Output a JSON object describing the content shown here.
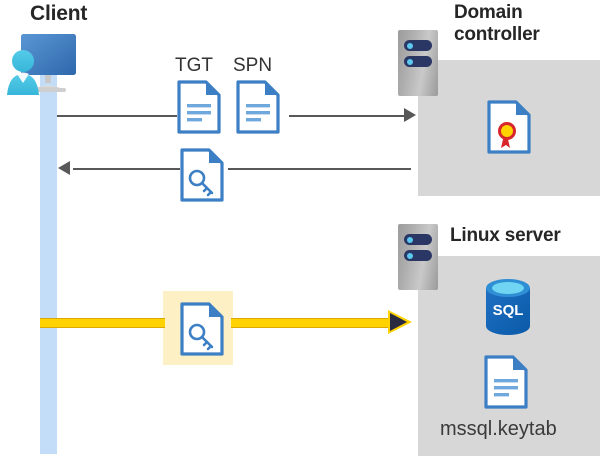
{
  "diagram": {
    "title": "Kerberos authentication flow between Client, Domain controller and Linux server",
    "actors": {
      "client": {
        "label": "Client",
        "icon": "client-computer-user-icon"
      },
      "domain_controller": {
        "label": "Domain controller",
        "label_line1": "Domain",
        "label_line2": "controller",
        "icon": "server-rack-icon"
      },
      "linux_server": {
        "label": "Linux server",
        "icon": "server-rack-icon"
      }
    },
    "messages": [
      {
        "id": "request",
        "labels": [
          "TGT",
          "SPN"
        ],
        "direction": "client-to-domain-controller",
        "style": "thin-gray-arrow"
      },
      {
        "id": "reply",
        "labels": [],
        "artifact": "service-ticket-key-document",
        "direction": "domain-controller-to-client",
        "style": "thin-gray-arrow"
      },
      {
        "id": "service-auth",
        "labels": [],
        "artifact": "service-ticket-key-document",
        "direction": "client-to-linux-server",
        "style": "thick-yellow-arrow",
        "highlighted": true
      }
    ],
    "artifacts": {
      "tgt_label": "TGT",
      "spn_label": "SPN",
      "certificate": {
        "name": "certificate-document-icon",
        "label": ""
      },
      "sql_database": {
        "name": "sql-database-icon",
        "label": "SQL"
      },
      "keytab_file": {
        "name": "keytab-document-icon",
        "label": "mssql.keytab"
      },
      "key_document": {
        "name": "key-document-icon",
        "label": ""
      }
    },
    "colors": {
      "lifeline": "#c3dcf8",
      "panel": "#d7d7d7",
      "highlight": "#fdf0c4",
      "accent_yellow": "#ffd200",
      "doc_blue": "#3c7fc4",
      "arrow_gray": "#585858",
      "title_text": "#262626",
      "sql_blue": "#0f6cbd"
    }
  }
}
